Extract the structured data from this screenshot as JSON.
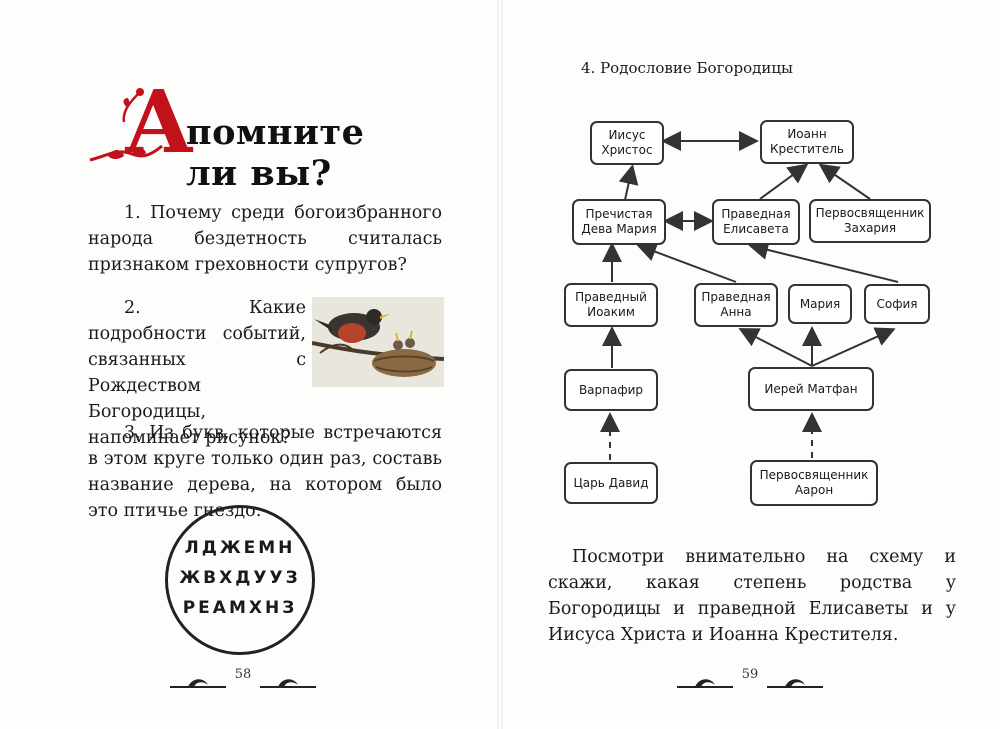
{
  "left_page": {
    "title_initial": "А",
    "title_rest": "помните ли вы?",
    "q1": "1. Почему среди богоизбранного народа бездетность считалась признаком греховности супругов?",
    "q2": "2. Какие подробности событий, связанных с Рождеством Богородицы, напоминает рисунок?",
    "q3": "3. Из букв, которые встречаются в этом круге только один раз, составь название дерева, на котором было это птичье гнездо:",
    "circle_rows": [
      "ЛДЖЕМН",
      "ЖВХДУУЗ",
      "РЕАМХНЗ"
    ],
    "page_number": "58"
  },
  "right_page": {
    "section_title": "4. Родословие Богородицы",
    "nodes": {
      "jesus": "Иисус\nХристос",
      "john": "Иоанн\nКреститель",
      "mary": "Пречистая\nДева Мария",
      "elizabeth": "Праведная\nЕлисавета",
      "zachariah": "Первосвященник\nЗахария",
      "joachim": "Праведный\nИоаким",
      "anna": "Праведная\nАнна",
      "maria": "Мария",
      "sofia": "София",
      "varpafir": "Варпафир",
      "matfan": "Иерей Матфан",
      "david": "Царь Давид",
      "aaron": "Первосвященник\nАарон"
    },
    "question": "Посмотри внимательно на схему и скажи, какая степень родства у Богородицы и праведной Елисаветы и у Иисуса Христа и Иоанна Крестителя.",
    "page_number": "59"
  }
}
